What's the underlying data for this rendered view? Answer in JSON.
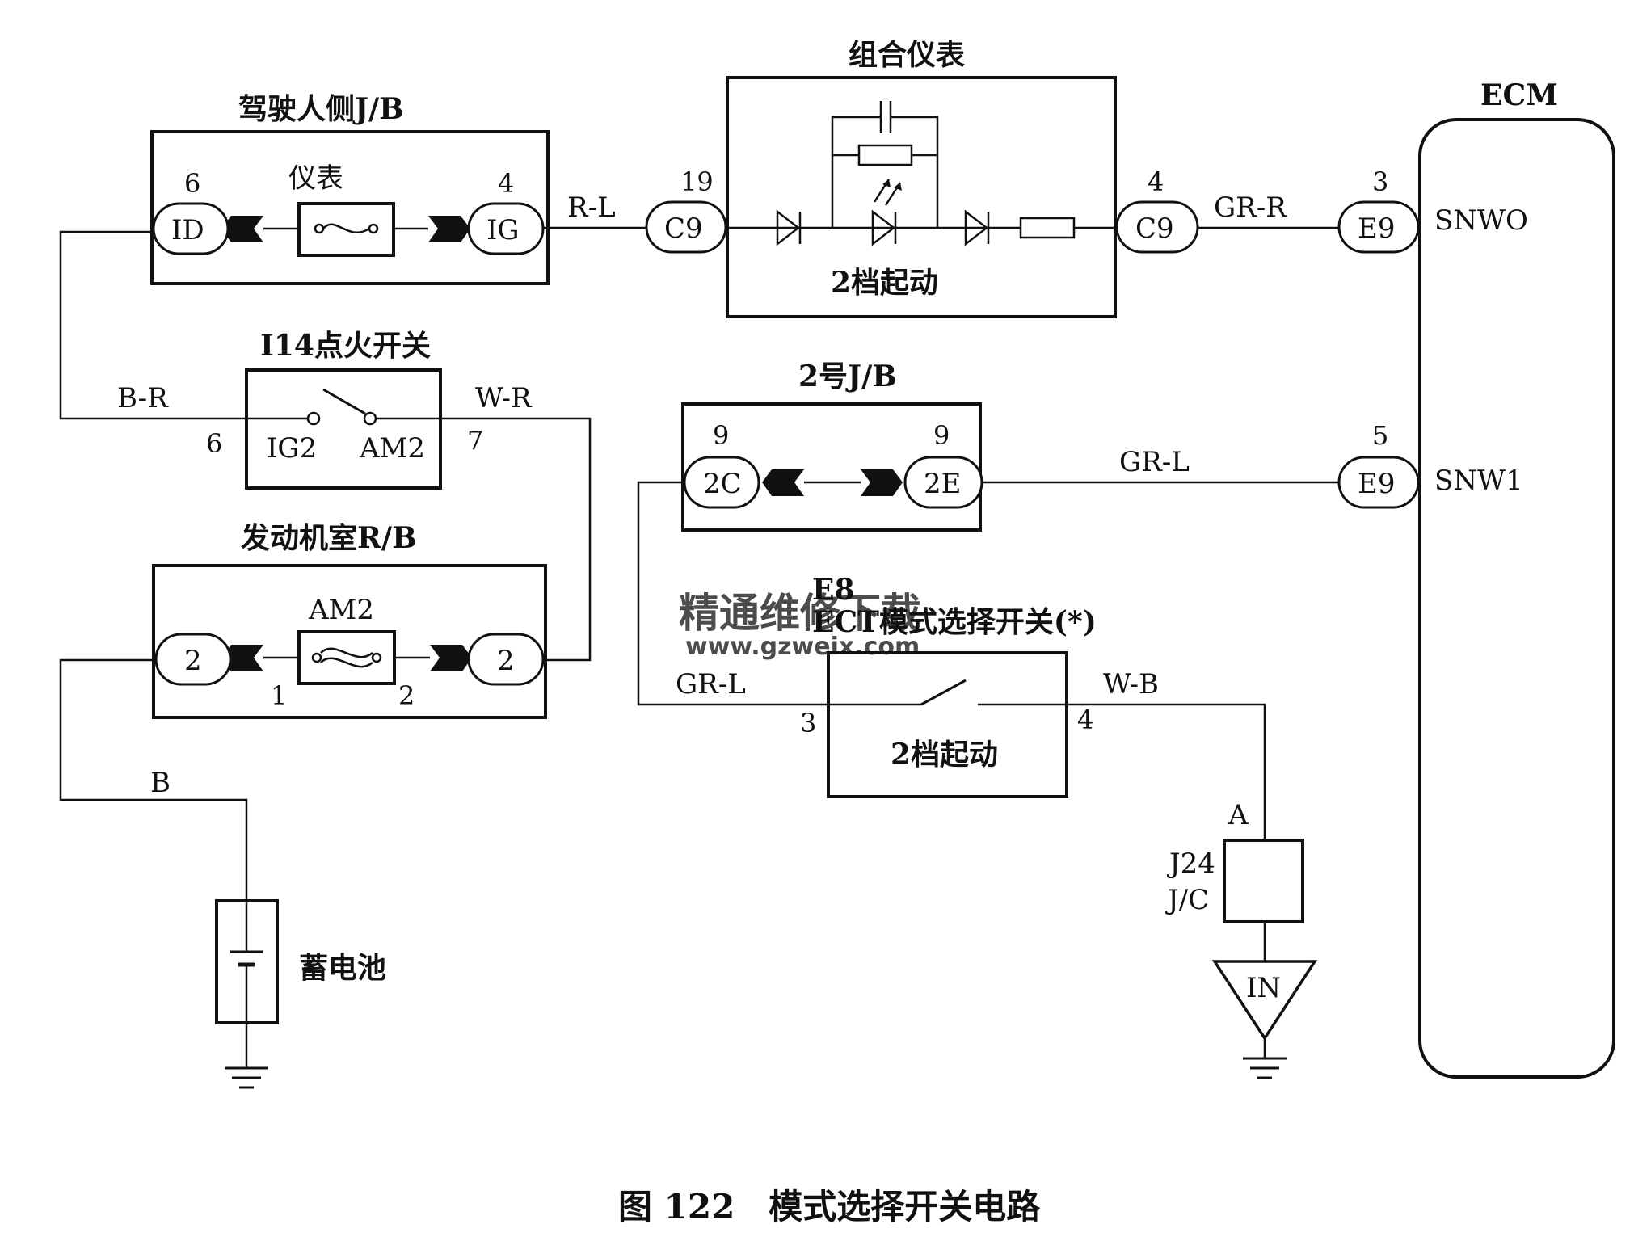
{
  "caption": "图 122　模式选择开关电路",
  "watermark": {
    "line1": "精通维修下载",
    "line2": "www.gzweix.com",
    "color": "#f0a070"
  },
  "driver_jb": {
    "title": "驾驶人侧J/B",
    "fuse_label": "仪表",
    "left_pin": "6",
    "left_conn": "ID",
    "right_pin": "4",
    "right_conn": "IG"
  },
  "combo_meter": {
    "title": "组合仪表",
    "inner_label": "2档起动",
    "in_pin": "19",
    "in_conn": "C9",
    "out_pin": "4",
    "out_conn": "C9"
  },
  "ecm": {
    "title": "ECM",
    "pin1": "3",
    "conn1": "E9",
    "sig1": "SNWO",
    "pin2": "5",
    "conn2": "E9",
    "sig2": "SNW1"
  },
  "ignition": {
    "title": "I14点火开关",
    "left_terminal": "IG2",
    "right_terminal": "AM2",
    "left_pin": "6",
    "right_pin": "7"
  },
  "engine_rb": {
    "title": "发动机室R/B",
    "fuse_label": "AM2",
    "left_conn": "2",
    "right_conn": "2",
    "fuse_pin_left": "1",
    "fuse_pin_right": "2"
  },
  "jb2": {
    "title": "2号J/B",
    "left_pin": "9",
    "left_conn": "2C",
    "right_pin": "9",
    "right_conn": "2E"
  },
  "ect_switch": {
    "id": "E8",
    "title": "ECT模式选择开关(*)",
    "inner_label": "2档起动",
    "left_pin": "3",
    "right_pin": "4"
  },
  "jc": {
    "pin": "A",
    "name1": "J24",
    "name2": "J/C",
    "ground_label": "IN"
  },
  "battery": {
    "label": "蓄电池"
  },
  "wires": {
    "r_l": "R-L",
    "gr_r": "GR-R",
    "b_r": "B-R",
    "w_r": "W-R",
    "gr_l_top": "GR-L",
    "gr_l_low": "GR-L",
    "w_b": "W-B",
    "b": "B"
  }
}
